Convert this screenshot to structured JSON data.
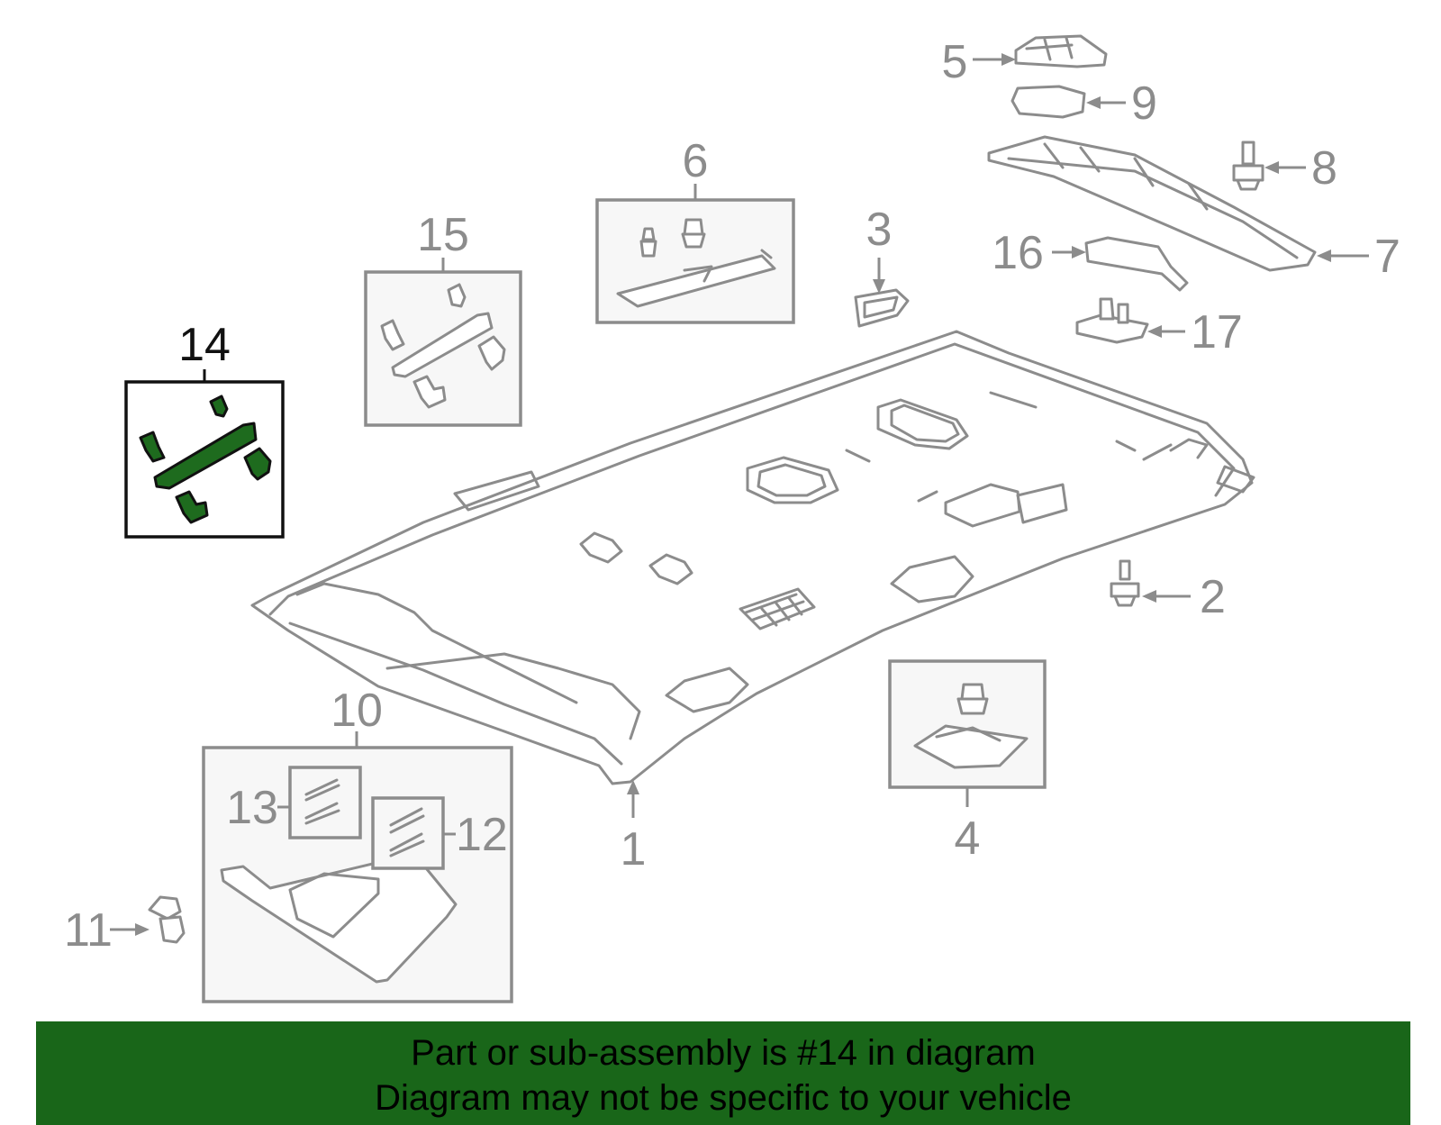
{
  "callouts": {
    "c1": "1",
    "c2": "2",
    "c3": "3",
    "c4": "4",
    "c5": "5",
    "c6": "6",
    "c7": "7",
    "c8": "8",
    "c9": "9",
    "c10": "10",
    "c11": "11",
    "c12": "12",
    "c13": "13",
    "c14": "14",
    "c15": "15",
    "c16": "16",
    "c17": "17"
  },
  "highlighted_part": "14",
  "colors": {
    "highlight": "#1e6b1e",
    "banner": "#196619",
    "line": "#8c8c8c"
  },
  "banner": {
    "line1": "Part or sub-assembly is #14 in diagram",
    "line2": "Diagram may not be specific to your vehicle"
  }
}
